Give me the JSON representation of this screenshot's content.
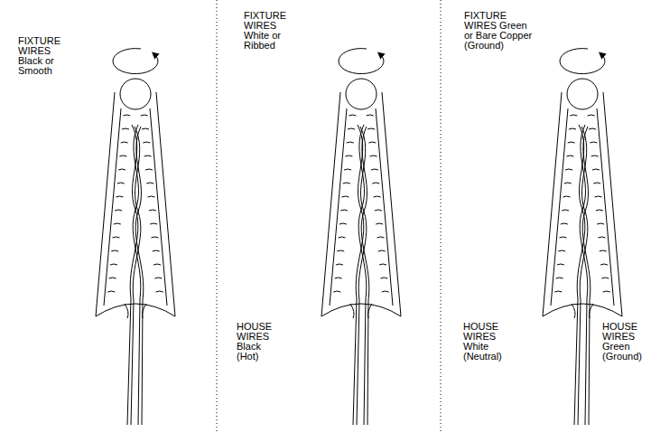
{
  "diagram": {
    "labels": [
      "FIXTURE WIRES Black or Smooth",
      "FIXTURE WIRES White or Ribbed",
      "FIXTURE WIRES Green or Bare Copper (Ground)",
      "HOUSE WIRES Black (Hot)",
      "HOUSE WIRES White (Neutral)",
      "HOUSE WIRES Green (Ground)"
    ]
  }
}
